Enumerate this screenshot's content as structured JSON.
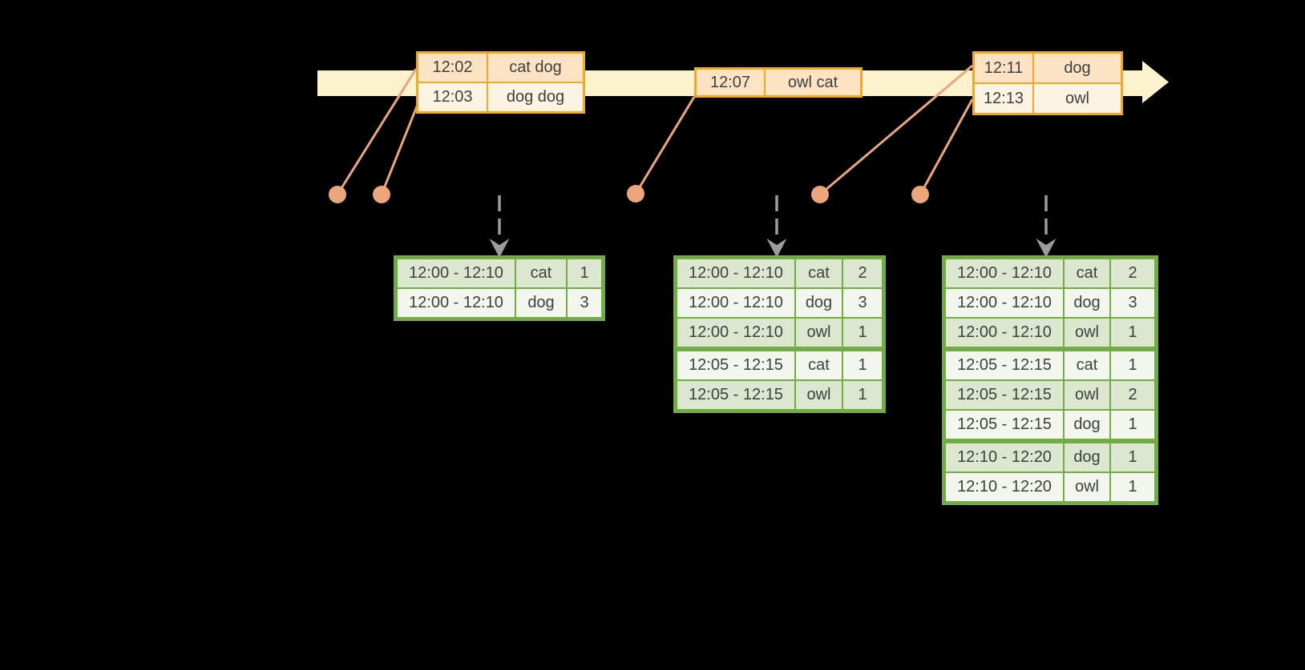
{
  "colors": {
    "background": "#000000",
    "timeline_band": "#FCF2CD",
    "event_table_border": "#F0A82A",
    "event_row_fill_dark": "#FBE3C4",
    "event_row_fill_light": "#FDF3E3",
    "connector_and_dots": "#ECA67C",
    "result_table_border": "#73AC44",
    "result_row_fill_dark": "#DBE7CE",
    "result_row_fill_light": "#F2F6ED",
    "trigger_arrow": "#9C9C9C",
    "text": "#3F3F3F"
  },
  "event_tables": [
    {
      "rows": [
        {
          "time": "12:02",
          "words": "cat dog"
        },
        {
          "time": "12:03",
          "words": "dog dog"
        }
      ]
    },
    {
      "rows": [
        {
          "time": "12:07",
          "words": "owl cat"
        }
      ]
    },
    {
      "rows": [
        {
          "time": "12:11",
          "words": "dog"
        },
        {
          "time": "12:13",
          "words": "owl"
        }
      ]
    }
  ],
  "result_tables": [
    {
      "rows": [
        {
          "window": "12:00 - 12:10",
          "word": "cat",
          "count": "1"
        },
        {
          "window": "12:00 - 12:10",
          "word": "dog",
          "count": "3"
        }
      ]
    },
    {
      "rows": [
        {
          "window": "12:00 - 12:10",
          "word": "cat",
          "count": "2"
        },
        {
          "window": "12:00 - 12:10",
          "word": "dog",
          "count": "3"
        },
        {
          "window": "12:00 - 12:10",
          "word": "owl",
          "count": "1"
        },
        {
          "window": "12:05 - 12:15",
          "word": "cat",
          "count": "1"
        },
        {
          "window": "12:05 - 12:15",
          "word": "owl",
          "count": "1"
        }
      ]
    },
    {
      "rows": [
        {
          "window": "12:00 - 12:10",
          "word": "cat",
          "count": "2"
        },
        {
          "window": "12:00 - 12:10",
          "word": "dog",
          "count": "3"
        },
        {
          "window": "12:00 - 12:10",
          "word": "owl",
          "count": "1"
        },
        {
          "window": "12:05 - 12:15",
          "word": "cat",
          "count": "1"
        },
        {
          "window": "12:05 - 12:15",
          "word": "owl",
          "count": "2"
        },
        {
          "window": "12:05 - 12:15",
          "word": "dog",
          "count": "1"
        },
        {
          "window": "12:10 - 12:20",
          "word": "dog",
          "count": "1"
        },
        {
          "window": "12:10 - 12:20",
          "word": "owl",
          "count": "1"
        }
      ]
    }
  ]
}
